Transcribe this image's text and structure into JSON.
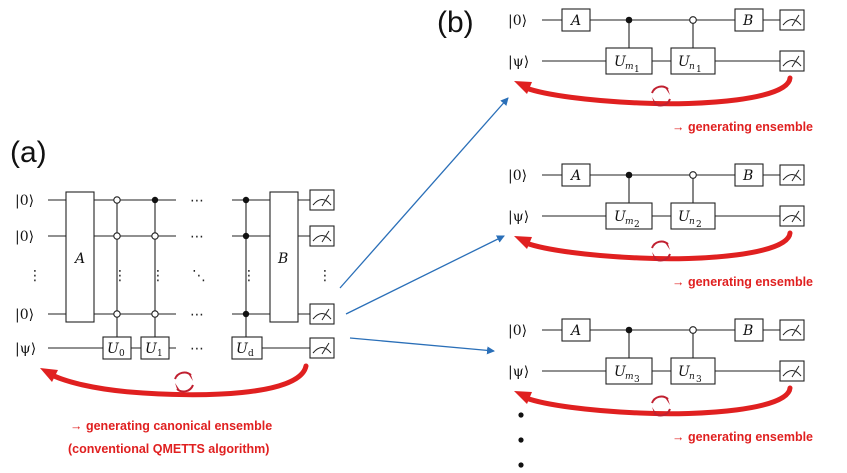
{
  "panels": {
    "a": "(a)",
    "b": "(b)"
  },
  "kets": {
    "zero": "|0⟩",
    "psi": "|ψ⟩"
  },
  "panel_a": {
    "gate_A": "A",
    "gate_B": "B",
    "u_gates": [
      {
        "base": "U",
        "sub": "0"
      },
      {
        "base": "U",
        "sub": "1"
      },
      {
        "base": "U",
        "sub": "d"
      }
    ],
    "ellipsis_h": "⋯",
    "ellipsis_v": "⋮",
    "ellipsis_d": "⋱",
    "caption_line1": "→ generating canonical ensemble",
    "caption_line2": "(conventional QMETTS algorithm)"
  },
  "panel_b": {
    "gate_A": "A",
    "gate_B": "B",
    "circuits": [
      {
        "m": "m",
        "m_idx": "1",
        "n": "n",
        "n_idx": "1"
      },
      {
        "m": "m",
        "m_idx": "2",
        "n": "n",
        "n_idx": "2"
      },
      {
        "m": "m",
        "m_idx": "3",
        "n": "n",
        "n_idx": "3"
      }
    ],
    "caption": "→ generating ensemble"
  },
  "colors": {
    "accent_red": "#e02020",
    "arrow_blue": "#2a6fb8"
  }
}
